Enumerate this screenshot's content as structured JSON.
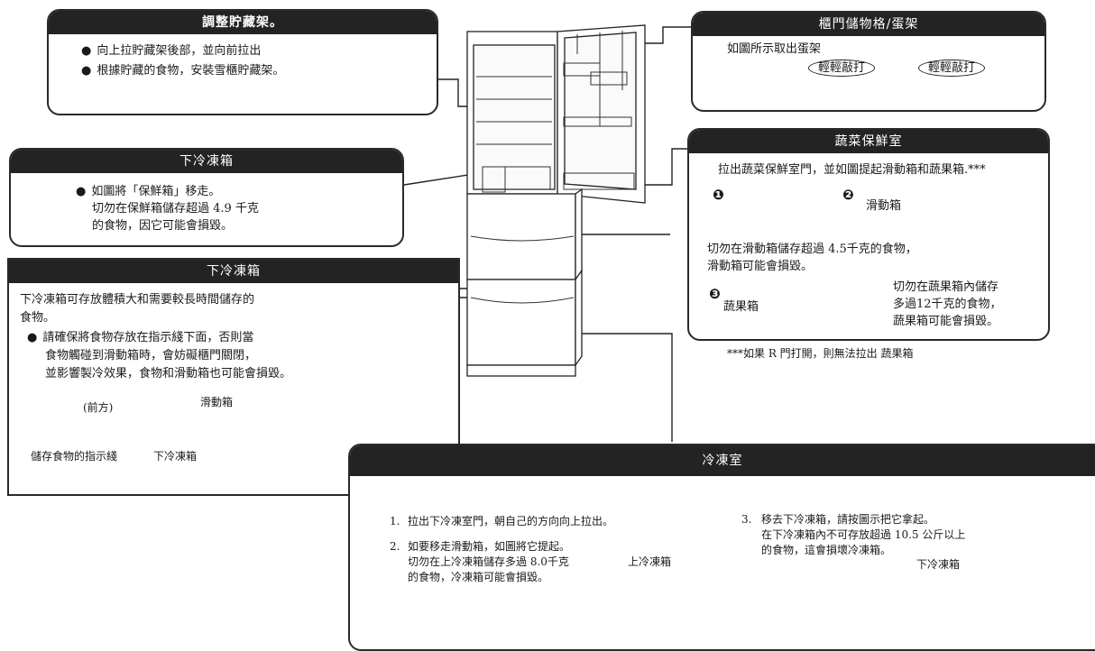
{
  "adjust_shelf": {
    "title": "調整貯藏架。",
    "line1": "向上拉貯藏架後部，並向前拉出",
    "line2": "根據貯藏的食物，安裝雪櫃貯藏架。"
  },
  "door_pocket": {
    "title": "櫃門儲物格/蛋架",
    "caption": "如圖所示取出蛋架",
    "tap1": "輕輕敲打",
    "tap2": "輕輕敲打"
  },
  "lower_freezer_top": {
    "title": "下冷凍箱",
    "line1": "如圖將「保鮮箱」移走。",
    "line2": "切勿在保鮮箱儲存超過 4.9 千克",
    "line3": "的食物，因它可能會損毀。"
  },
  "vegetable": {
    "title": "蔬菜保鮮室",
    "intro": "拉出蔬菜保鮮室門，並如圖提起滑動箱和蔬果箱.***",
    "n1": "❶",
    "n2": "❷",
    "n3": "❸",
    "slide_label": "滑動箱",
    "warn1": "切勿在滑動箱儲存超過 4.5千克的食物，",
    "warn2": "滑動箱可能會損毀。",
    "fruit_label": "蔬果箱",
    "fruit_warn1": "切勿在蔬果箱內儲存",
    "fruit_warn2": "多過12千克的食物，",
    "fruit_warn3": "蔬果箱可能會損毀。",
    "footnote": "***如果 R 門打開，則無法拉出 蔬果箱"
  },
  "lower_freezer": {
    "title": "下冷凍箱",
    "line1": "下冷凍箱可存放體積大和需要較長時間儲存的",
    "line2": "食物。",
    "b1": "請確保將食物存放在指示綫下面，否則當",
    "b2": "食物觸碰到滑動箱時，會妨礙櫃門關閉，",
    "b3": "並影響製冷效果，食物和滑動箱也可能會損毀。",
    "front": "(前方)",
    "slide": "滑動箱",
    "indicator": "儲存食物的指示綫",
    "lower_box": "下冷凍箱"
  },
  "freezer": {
    "title": "冷凍室",
    "s1_num": "1.",
    "s1": "拉出下冷凍室門，朝自己的方向向上拉出。",
    "s2_num": "2.",
    "s2a": "如要移走滑動箱，如圖將它提起。",
    "s2b": "切勿在上冷凍箱儲存多過 8.0千克",
    "s2c": "的食物，冷凍箱可能會損毀。",
    "upper_label": "上冷凍箱",
    "s3_num": "3.",
    "s3a": "移去下冷凍箱，請按圖示把它拿起。",
    "s3b": "在下冷凍箱內不可存放超過 10.5 公斤以上",
    "s3c": "的食物，這會損壞冷凍箱。",
    "lower_label": "下冷凍箱"
  }
}
